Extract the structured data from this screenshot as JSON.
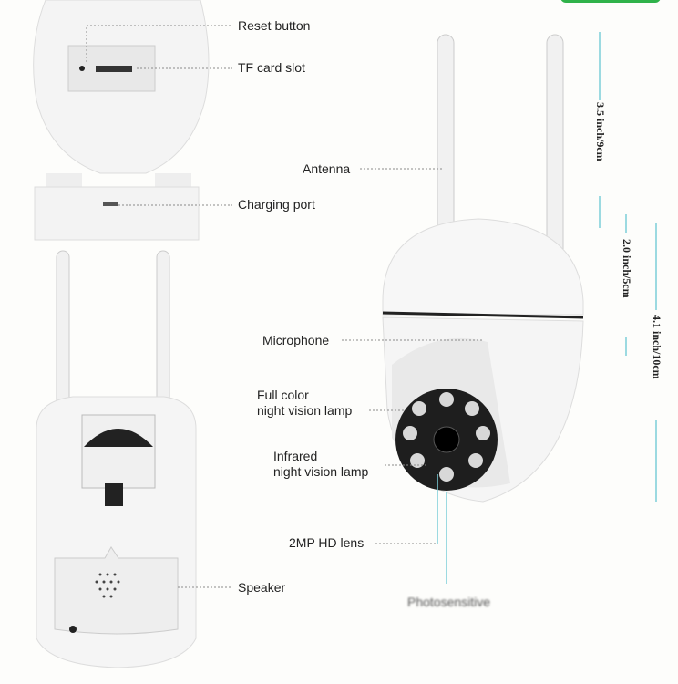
{
  "labels": {
    "reset_button": "Reset button",
    "tf_card_slot": "TF card slot",
    "charging_port": "Charging port",
    "antenna": "Antenna",
    "microphone": "Microphone",
    "full_color_1": "Full color",
    "full_color_2": "night vision lamp",
    "infrared_1": "Infrared",
    "infrared_2": "night vision lamp",
    "lens": "2MP HD lens",
    "speaker": "Speaker",
    "photosensitive": "Photosensitive"
  },
  "dimensions": {
    "antenna_height": "3.5 inch/9cm",
    "head_height": "2.0 inch/5cm",
    "body_height": "4.1 inch/10cm"
  },
  "colors": {
    "accent_line": "#7ccfd8",
    "body": "#f2f2f2",
    "green_bar": "#2fb24a"
  }
}
